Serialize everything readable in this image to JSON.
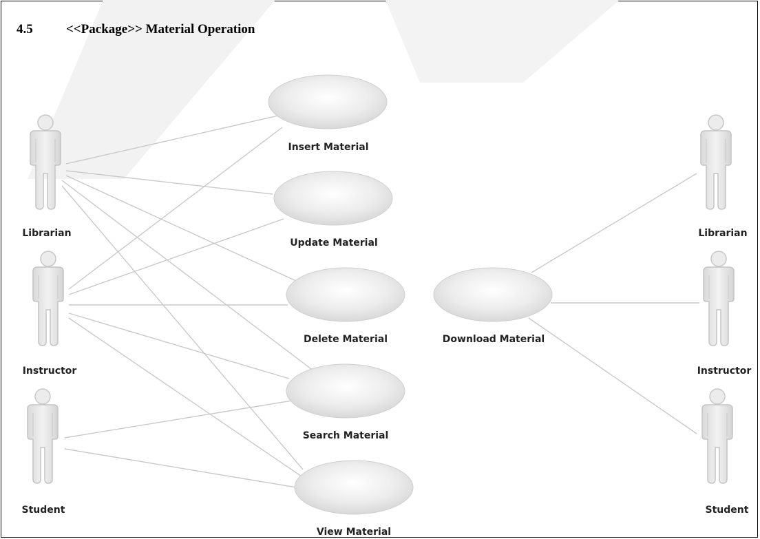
{
  "section": {
    "number": "4.5",
    "title": "<<Package>> Material Operation"
  },
  "actors": {
    "left": [
      "Librarian",
      "Instructor",
      "Student"
    ],
    "right": [
      "Librarian",
      "Instructor",
      "Student"
    ]
  },
  "use_cases": {
    "insert": "Insert Material",
    "update": "Update Material",
    "delete": "Delete Material",
    "search": "Search Material",
    "view": "View Material",
    "download": "Download Material"
  },
  "associations": [
    [
      "Librarian",
      "Insert Material"
    ],
    [
      "Librarian",
      "Update Material"
    ],
    [
      "Librarian",
      "Delete Material"
    ],
    [
      "Librarian",
      "Search Material"
    ],
    [
      "Librarian",
      "View Material"
    ],
    [
      "Instructor",
      "Insert Material"
    ],
    [
      "Instructor",
      "Update Material"
    ],
    [
      "Instructor",
      "Delete Material"
    ],
    [
      "Instructor",
      "Search Material"
    ],
    [
      "Instructor",
      "View Material"
    ],
    [
      "Student",
      "Search Material"
    ],
    [
      "Student",
      "View Material"
    ],
    [
      "Download Material",
      "Librarian"
    ],
    [
      "Download Material",
      "Instructor"
    ],
    [
      "Download Material",
      "Student"
    ]
  ],
  "colors": {
    "actor_fill": "#e3e3e3",
    "actor_stroke": "#c4c4c4",
    "usecase_fill": "#e6e6e6",
    "line": "#c8c8c8",
    "watermark": "#f1f1f1"
  }
}
